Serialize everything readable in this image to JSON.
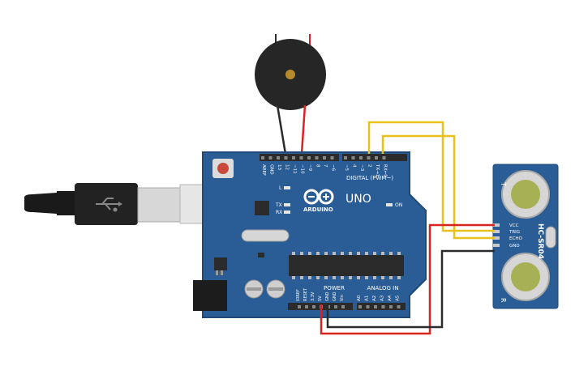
{
  "colors": {
    "board": "#2a5d96",
    "board_edge": "#1f4a7a",
    "header": "#2b2b2b",
    "wire_yellow": "#e8c11c",
    "wire_red": "#d9231f",
    "wire_black": "#2b2b2b",
    "sensor": "#2a5d96"
  },
  "arduino": {
    "logo_text": "ARDUINO",
    "model": "UNO",
    "digital_label": "DIGITAL (PWM~)",
    "power_label": "POWER",
    "analog_label": "ANALOG IN",
    "led_l": "L",
    "led_tx": "TX",
    "led_rx": "RX",
    "led_on": "ON",
    "top_pins": [
      "AREF",
      "GND",
      "13",
      "12",
      "~11",
      "~10",
      "~9",
      "8",
      "7",
      "~6",
      "~5",
      "4",
      "~3",
      "2",
      "TX→1",
      "RX←0"
    ],
    "power_pins": [
      "IOREF",
      "RESET",
      "3.3V",
      "5V",
      "GND",
      "GND",
      "Vin"
    ],
    "analog_pins": [
      "A0",
      "A1",
      "A2",
      "A3",
      "A4",
      "A5"
    ]
  },
  "sensor": {
    "model": "HC-SR04",
    "pins": [
      "VCC",
      "TRIG",
      "ECHO",
      "GND"
    ],
    "t_label": "T",
    "r_label": "R"
  },
  "usb_icon": "usb-icon"
}
